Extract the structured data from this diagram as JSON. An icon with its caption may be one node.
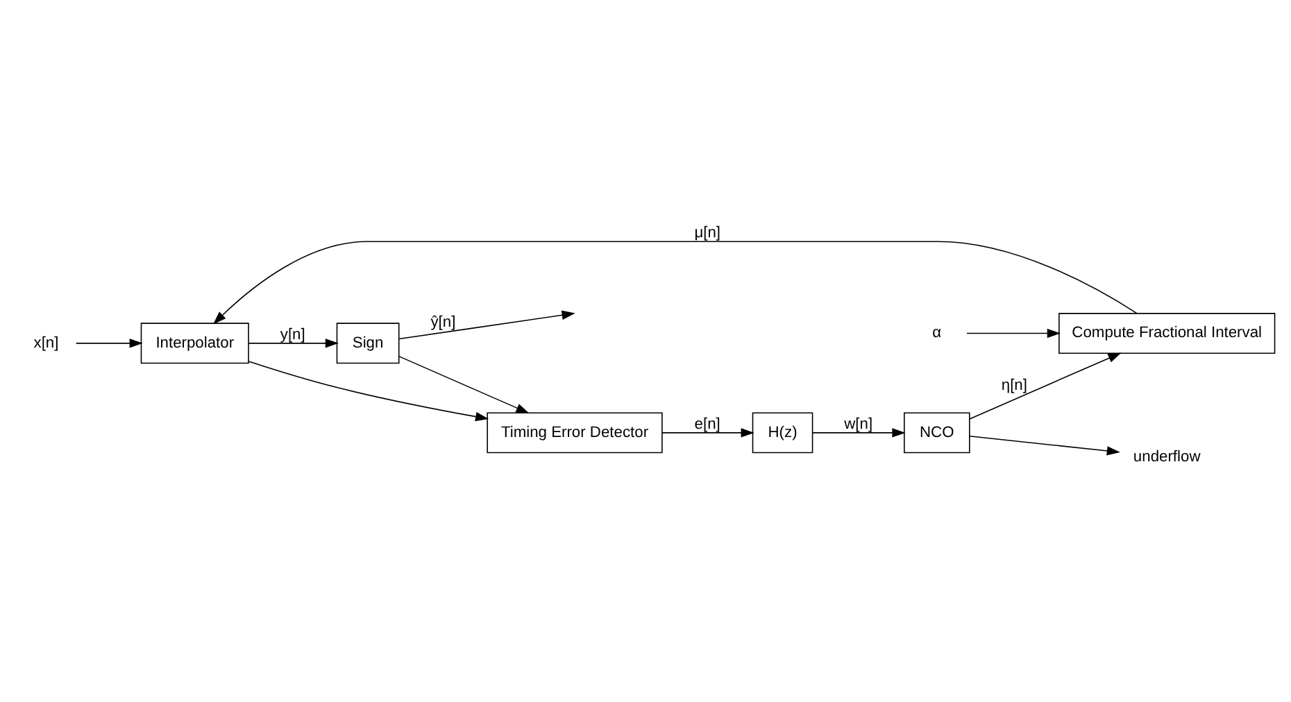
{
  "diagram": {
    "nodes": [
      {
        "text": [
          "Interpolator"
        ]
      },
      {
        "text": [
          "Sign"
        ]
      },
      {
        "text": [
          "Compute Fractional Interval"
        ]
      },
      {
        "text": [
          "Timing Error Detector"
        ]
      },
      {
        "text": [
          "NCO"
        ]
      },
      {
        "text": [
          "H(z)"
        ]
      },
      {
        "text": [
          "x[n]"
        ]
      },
      {
        "text": [
          "α"
        ]
      },
      {
        "text": [
          "underflow"
        ]
      }
    ],
    "edges": [
      {
        "from": 6,
        "to": 0,
        "arrow": "to"
      },
      {
        "from": 0,
        "to": 1,
        "arrow": "to",
        "label": "y[n]"
      },
      {
        "from": 0,
        "to": 3,
        "arrow": "to"
      },
      {
        "from": 1,
        "to": null,
        "arrow": "to",
        "label": "ŷ[n]"
      },
      {
        "from": 1,
        "to": 3,
        "arrow": "to"
      },
      {
        "from": 2,
        "to": 0,
        "arrow": "to",
        "label": "μ[n]"
      },
      {
        "from": 7,
        "to": 2,
        "arrow": "to"
      },
      {
        "from": 4,
        "to": 2,
        "arrow": "to",
        "label": "η[n]"
      },
      {
        "from": 4,
        "to": 8,
        "arrow": "to"
      },
      {
        "from": 3,
        "to": 5,
        "arrow": "to",
        "label": "e[n]"
      },
      {
        "from": 5,
        "to": 4,
        "arrow": "to",
        "label": "w[n]"
      }
    ]
  }
}
